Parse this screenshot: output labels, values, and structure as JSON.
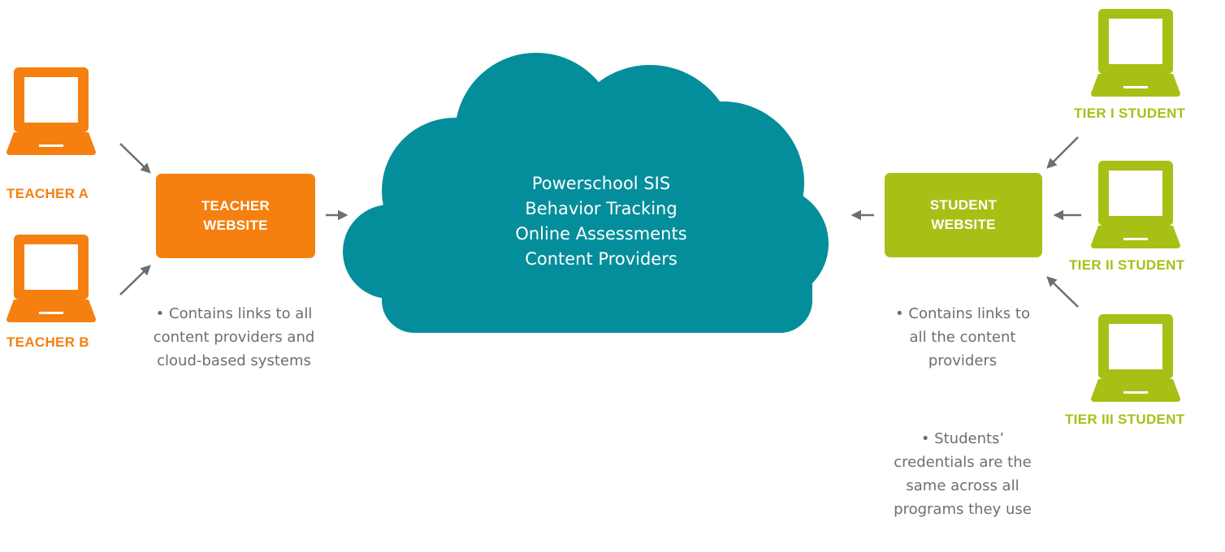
{
  "teachers": [
    {
      "label": "TEACHER A",
      "icon": "laptop-icon"
    },
    {
      "label": "TEACHER B",
      "icon": "laptop-icon"
    }
  ],
  "teacher_website": {
    "line1": "TEACHER",
    "line2": "WEBSITE"
  },
  "teacher_note": "• Contains links to all content providers and cloud-based systems",
  "cloud": {
    "items": [
      "Powerschool SIS",
      "Behavior Tracking",
      "Online Assessments",
      "Content Providers"
    ]
  },
  "student_website": {
    "line1": "STUDENT",
    "line2": "WEBSITE"
  },
  "student_notes": [
    "• Contains links to all the content providers",
    "• Students’ credentials are the same across all programs they use"
  ],
  "students": [
    {
      "label": "TIER I STUDENT",
      "icon": "laptop-icon"
    },
    {
      "label": "TIER II STUDENT",
      "icon": "laptop-icon"
    },
    {
      "label": "TIER III STUDENT",
      "icon": "laptop-icon"
    }
  ],
  "colors": {
    "teacher": "#f57f0f",
    "student": "#a8bf16",
    "cloud": "#048e9b",
    "arrow": "#6e6e6e",
    "note_text": "#6e6e6e"
  }
}
